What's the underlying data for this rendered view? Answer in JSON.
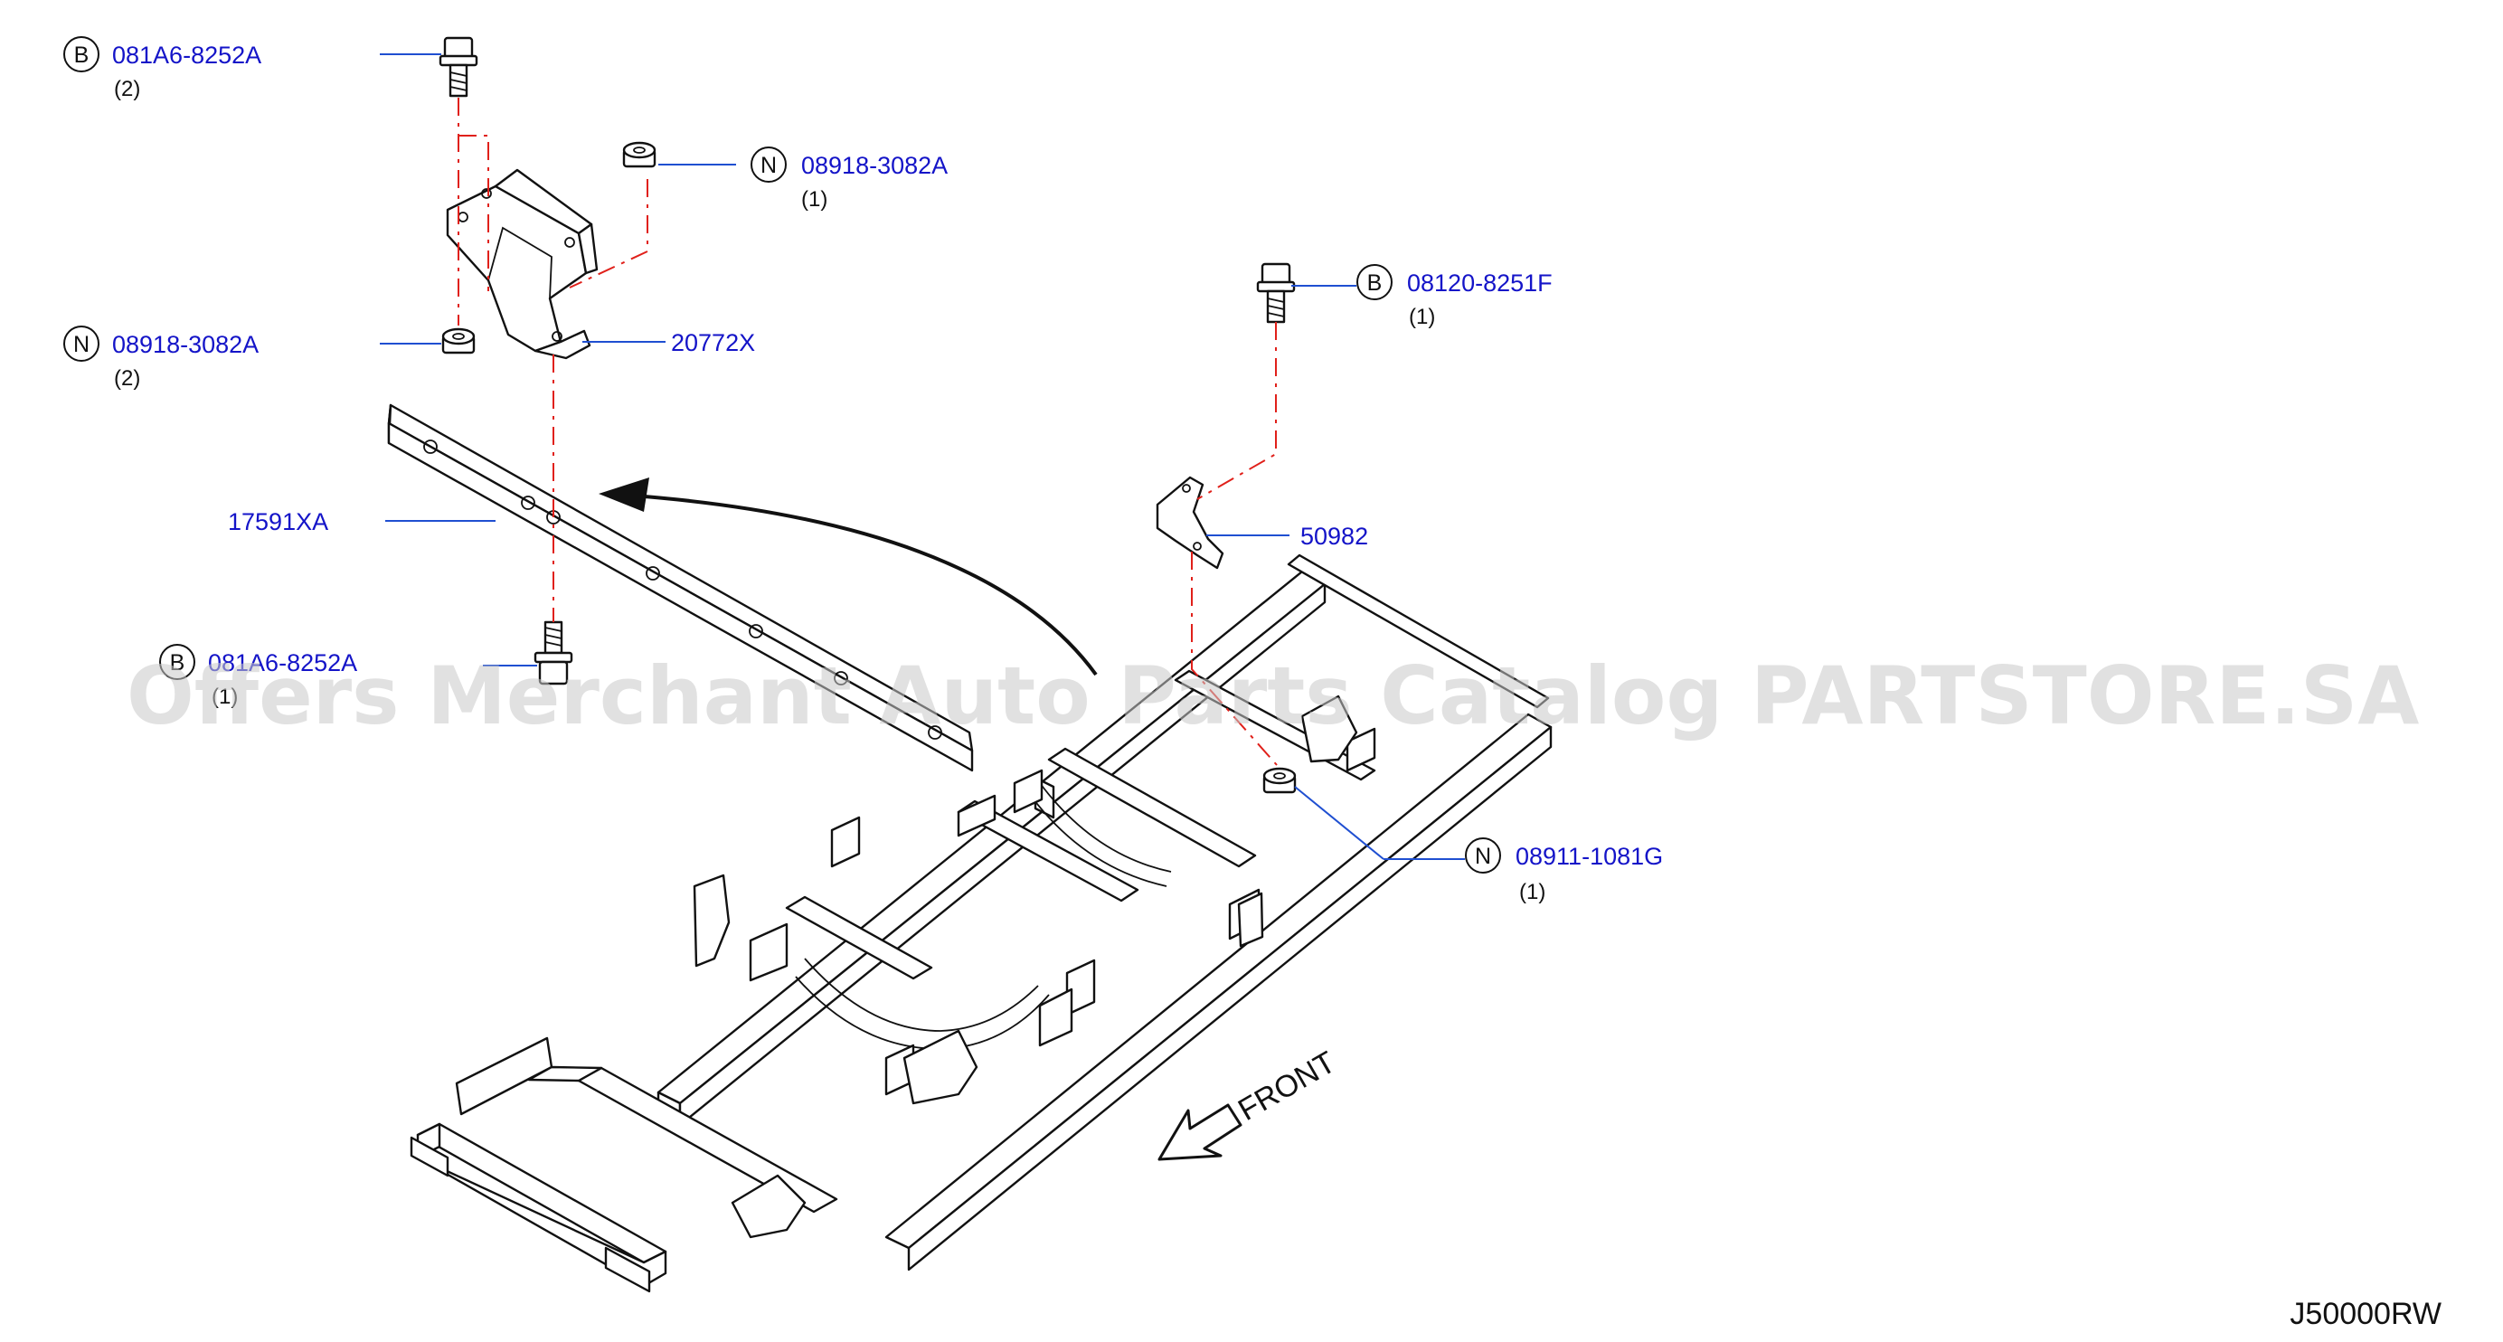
{
  "callouts": [
    {
      "id": "bolt-top",
      "letter": "B",
      "part": "081A6-8252A",
      "qty": "(2)"
    },
    {
      "id": "nut-top",
      "letter": "N",
      "part": "08918-3082A",
      "qty": "(1)"
    },
    {
      "id": "nut-left",
      "letter": "N",
      "part": "08918-3082A",
      "qty": "(2)"
    },
    {
      "id": "bolt-right",
      "letter": "B",
      "part": "08120-8251F",
      "qty": "(1)"
    },
    {
      "id": "bolt-lower",
      "letter": "B",
      "part": "081A6-8252A",
      "qty": "(1)"
    },
    {
      "id": "nut-right",
      "letter": "N",
      "part": "08911-1081G",
      "qty": "(1)"
    }
  ],
  "part_labels": {
    "bracket": "20772X",
    "rail": "17591XA",
    "clip": "50982"
  },
  "front_label": "FRONT",
  "diagram_ref": "J50000RW",
  "watermark": "Offers Merchant Auto Parts Catalog PARTSTORE.SA",
  "colors": {
    "callout_text": "#1414c8",
    "leader_line": "#1f4fd1",
    "centerline": "#e0201a",
    "linework": "#111111"
  }
}
